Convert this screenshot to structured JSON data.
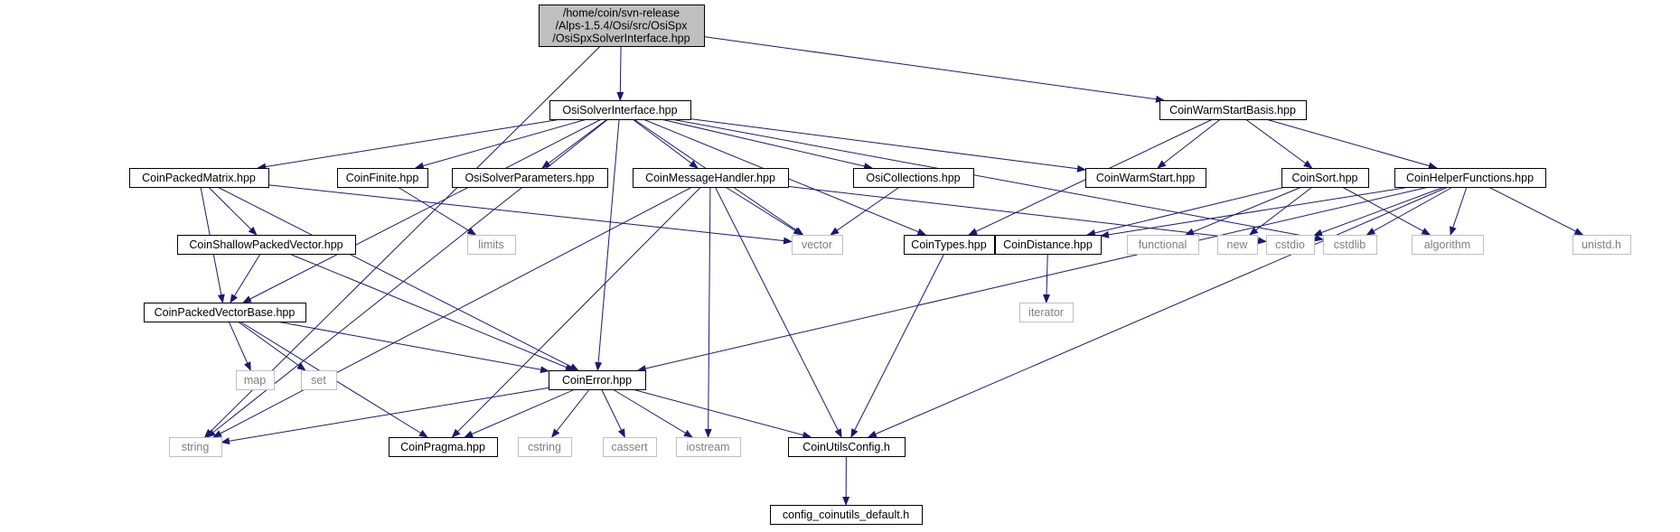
{
  "colors": {
    "edge": "#191970",
    "root_fill": "#bfbfbf",
    "documented_border": "#000000",
    "external_border": "#bfbfbf",
    "external_text": "#7f7f7f",
    "text": "#000000"
  },
  "nodes": {
    "root": {
      "lines": [
        "/home/coin/svn-release",
        "/Alps-1.5.4/Osi/src/OsiSpx",
        "/OsiSpxSolverInterface.hpp"
      ],
      "kind": "root"
    },
    "osisolverinterface": {
      "lines": [
        "OsiSolverInterface.hpp"
      ],
      "kind": "documented"
    },
    "coinwarmstartbasis": {
      "lines": [
        "CoinWarmStartBasis.hpp"
      ],
      "kind": "documented"
    },
    "coinpackedmatrix": {
      "lines": [
        "CoinPackedMatrix.hpp"
      ],
      "kind": "documented"
    },
    "coinfinite": {
      "lines": [
        "CoinFinite.hpp"
      ],
      "kind": "documented"
    },
    "osisolverparameters": {
      "lines": [
        "OsiSolverParameters.hpp"
      ],
      "kind": "documented"
    },
    "coinmessagehandler": {
      "lines": [
        "CoinMessageHandler.hpp"
      ],
      "kind": "documented"
    },
    "osicollections": {
      "lines": [
        "OsiCollections.hpp"
      ],
      "kind": "documented"
    },
    "coinwarmstart": {
      "lines": [
        "CoinWarmStart.hpp"
      ],
      "kind": "documented"
    },
    "coinsort": {
      "lines": [
        "CoinSort.hpp"
      ],
      "kind": "documented"
    },
    "coinhelperfunctions": {
      "lines": [
        "CoinHelperFunctions.hpp"
      ],
      "kind": "documented"
    },
    "coinshallowpackedvector": {
      "lines": [
        "CoinShallowPackedVector.hpp"
      ],
      "kind": "documented"
    },
    "limits": {
      "lines": [
        "limits"
      ],
      "kind": "external"
    },
    "vector": {
      "lines": [
        "vector"
      ],
      "kind": "external"
    },
    "cointypes": {
      "lines": [
        "CoinTypes.hpp"
      ],
      "kind": "documented"
    },
    "coindistance": {
      "lines": [
        "CoinDistance.hpp"
      ],
      "kind": "documented"
    },
    "functional": {
      "lines": [
        "functional"
      ],
      "kind": "external"
    },
    "new": {
      "lines": [
        "new"
      ],
      "kind": "external"
    },
    "cstdio": {
      "lines": [
        "cstdio"
      ],
      "kind": "external"
    },
    "cstdlib": {
      "lines": [
        "cstdlib"
      ],
      "kind": "external"
    },
    "algorithm": {
      "lines": [
        "algorithm"
      ],
      "kind": "external"
    },
    "unistd": {
      "lines": [
        "unistd.h"
      ],
      "kind": "external"
    },
    "coinpackedvectorbase": {
      "lines": [
        "CoinPackedVectorBase.hpp"
      ],
      "kind": "documented"
    },
    "iterator": {
      "lines": [
        "iterator"
      ],
      "kind": "external"
    },
    "map": {
      "lines": [
        "map"
      ],
      "kind": "external"
    },
    "set": {
      "lines": [
        "set"
      ],
      "kind": "external"
    },
    "coinerror": {
      "lines": [
        "CoinError.hpp"
      ],
      "kind": "documented"
    },
    "string": {
      "lines": [
        "string"
      ],
      "kind": "external"
    },
    "coinpragma": {
      "lines": [
        "CoinPragma.hpp"
      ],
      "kind": "documented"
    },
    "cstring": {
      "lines": [
        "cstring"
      ],
      "kind": "external"
    },
    "cassert": {
      "lines": [
        "cassert"
      ],
      "kind": "external"
    },
    "iostream": {
      "lines": [
        "iostream"
      ],
      "kind": "external"
    },
    "coinutilsconfig": {
      "lines": [
        "CoinUtilsConfig.h"
      ],
      "kind": "documented"
    },
    "config_coinutils_default": {
      "lines": [
        "config_coinutils_default.h"
      ],
      "kind": "documented"
    }
  },
  "edges": [
    [
      "root",
      "osisolverinterface"
    ],
    [
      "root",
      "coinwarmstartbasis"
    ],
    [
      "root",
      "string"
    ],
    [
      "osisolverinterface",
      "coinpackedmatrix"
    ],
    [
      "osisolverinterface",
      "coinfinite"
    ],
    [
      "osisolverinterface",
      "osisolverparameters"
    ],
    [
      "osisolverinterface",
      "coinmessagehandler"
    ],
    [
      "osisolverinterface",
      "osicollections"
    ],
    [
      "osisolverinterface",
      "coinwarmstart"
    ],
    [
      "osisolverinterface",
      "vector"
    ],
    [
      "osisolverinterface",
      "cointypes"
    ],
    [
      "osisolverinterface",
      "cstdlib"
    ],
    [
      "osisolverinterface",
      "coinpackedvectorbase"
    ],
    [
      "osisolverinterface",
      "coinerror"
    ],
    [
      "osisolverinterface",
      "string"
    ],
    [
      "coinwarmstartbasis",
      "coinwarmstart"
    ],
    [
      "coinwarmstartbasis",
      "coinsort"
    ],
    [
      "coinwarmstartbasis",
      "coinhelperfunctions"
    ],
    [
      "coinwarmstartbasis",
      "cointypes"
    ],
    [
      "coinpackedmatrix",
      "coinshallowpackedvector"
    ],
    [
      "coinpackedmatrix",
      "coinpackedvectorbase"
    ],
    [
      "coinpackedmatrix",
      "coinerror"
    ],
    [
      "coinpackedmatrix",
      "vector"
    ],
    [
      "coinfinite",
      "limits"
    ],
    [
      "coinmessagehandler",
      "vector"
    ],
    [
      "coinmessagehandler",
      "cstdio"
    ],
    [
      "coinmessagehandler",
      "iostream"
    ],
    [
      "coinmessagehandler",
      "coinutilsconfig"
    ],
    [
      "coinmessagehandler",
      "coinpragma"
    ],
    [
      "coinmessagehandler",
      "string"
    ],
    [
      "osicollections",
      "vector"
    ],
    [
      "coinsort",
      "coindistance"
    ],
    [
      "coinsort",
      "functional"
    ],
    [
      "coinsort",
      "new"
    ],
    [
      "coinsort",
      "algorithm"
    ],
    [
      "coinhelperfunctions",
      "coindistance"
    ],
    [
      "coinhelperfunctions",
      "cstdio"
    ],
    [
      "coinhelperfunctions",
      "cstdlib"
    ],
    [
      "coinhelperfunctions",
      "algorithm"
    ],
    [
      "coinhelperfunctions",
      "unistd"
    ],
    [
      "coinhelperfunctions",
      "coinerror"
    ],
    [
      "coinhelperfunctions",
      "coinutilsconfig"
    ],
    [
      "coinshallowpackedvector",
      "coinpackedvectorbase"
    ],
    [
      "coinshallowpackedvector",
      "coinerror"
    ],
    [
      "coinpackedvectorbase",
      "map"
    ],
    [
      "coinpackedvectorbase",
      "set"
    ],
    [
      "coinpackedvectorbase",
      "coinerror"
    ],
    [
      "coinpackedvectorbase",
      "coinpragma"
    ],
    [
      "cointypes",
      "coinutilsconfig"
    ],
    [
      "coindistance",
      "iterator"
    ],
    [
      "coinerror",
      "string"
    ],
    [
      "coinerror",
      "coinpragma"
    ],
    [
      "coinerror",
      "cstring"
    ],
    [
      "coinerror",
      "cassert"
    ],
    [
      "coinerror",
      "iostream"
    ],
    [
      "coinerror",
      "coinutilsconfig"
    ],
    [
      "coinutilsconfig",
      "config_coinutils_default"
    ]
  ]
}
